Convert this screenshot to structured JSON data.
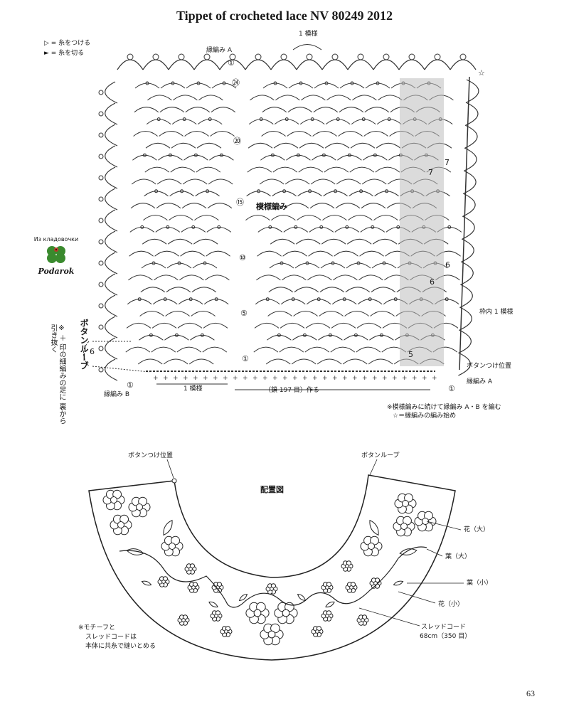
{
  "title": "Tippet of crocheted lace NV 80249 2012",
  "legend": {
    "attach": "▷ = 糸をつける",
    "cut": "► = 糸を切る"
  },
  "top_chart": {
    "one_pattern_top": "1 模様",
    "edging_a_top": "縁編み A",
    "row_markers": [
      "①",
      "㉔",
      "⑳",
      "⑮",
      "⑩",
      "⑤",
      "①"
    ],
    "pattern_label": "模様編み",
    "repeats_right": [
      "7",
      "7",
      "6",
      "6",
      "5"
    ],
    "in_frame_one_pattern": "枠内 1 模様",
    "button_position": "ボタンつけ位置",
    "edging_a_right": "縁編み A",
    "edging_b": "縁編み B",
    "one_pattern_bottom": "1 模様",
    "chain_start": "（鎖 197 目）作る",
    "circle_one_left": "①",
    "circle_one_right": "①",
    "button_loop": "ボタンループ",
    "loop_six": "6",
    "note_vertical": "※ ＋ 印の細編みの足に 裏から引き抜く",
    "note_right_1": "※模様編みに続けて縁編み A・B を編む",
    "note_right_2": "☆＝縁編みの編み始め",
    "star": "☆"
  },
  "watermark": {
    "text": "Из кладовочки",
    "brand": "Podarok"
  },
  "layout_diagram": {
    "title": "配置図",
    "button_position": "ボタンつけ位置",
    "button_loop": "ボタンループ",
    "flower_large": "花（大）",
    "leaf_large": "葉（大）",
    "leaf_small": "葉（小）",
    "flower_small": "花（小）",
    "thread_cord": "スレッドコード",
    "cord_length": "68cm（350 目）",
    "note_1": "※モチーフと",
    "note_2": "スレッドコードは",
    "note_3": "本体に共糸で縫いとめる"
  },
  "page_number": "63"
}
